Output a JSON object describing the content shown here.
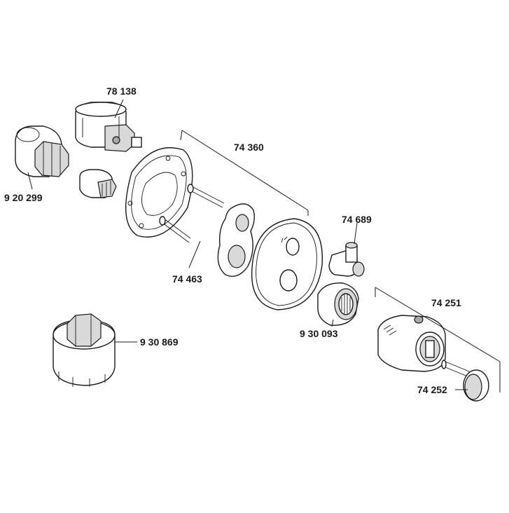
{
  "parts": [
    {
      "id": "p1",
      "label": "78 138"
    },
    {
      "id": "p2",
      "label": "74 360"
    },
    {
      "id": "p3",
      "label": "9 20 299"
    },
    {
      "id": "p4",
      "label": "74 689"
    },
    {
      "id": "p5",
      "label": "74 463"
    },
    {
      "id": "p6",
      "label": "9 30 093"
    },
    {
      "id": "p7",
      "label": "74 251"
    },
    {
      "id": "p8",
      "label": "9 30 869"
    },
    {
      "id": "p9",
      "label": "74 252"
    }
  ],
  "colors": {
    "line": "#1a1a1a",
    "fill_light": "#d9d9d9",
    "fill_dark": "#a9a9a9",
    "background": "#ffffff"
  }
}
